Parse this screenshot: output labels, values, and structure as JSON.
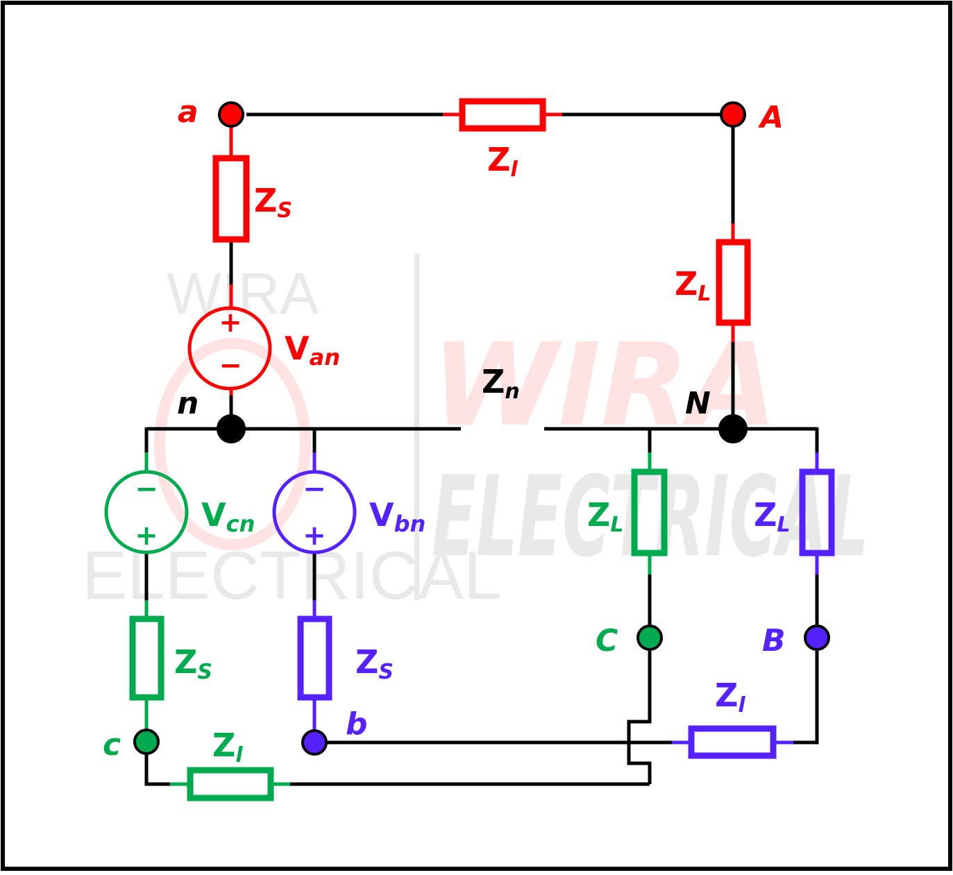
{
  "colors": {
    "phase_a": "#ff0000",
    "phase_b": "#5522ff",
    "phase_c": "#00aa4e",
    "neutral": "#000000",
    "watermark": "#e9e9e9",
    "watermark_accent": "#ffe3e3"
  },
  "watermark": {
    "brand_top": "WIRA",
    "brand_bottom": "ELECTRICAL"
  },
  "nodes": {
    "a": {
      "label": "a"
    },
    "A": {
      "label": "A"
    },
    "n": {
      "label": "n"
    },
    "N": {
      "label": "N"
    },
    "b": {
      "label": "b"
    },
    "B": {
      "label": "B"
    },
    "c": {
      "label": "c"
    },
    "C": {
      "label": "C"
    }
  },
  "sources": {
    "a": {
      "main": "V",
      "sub": "an",
      "top_sign": "+",
      "bottom_sign": "−"
    },
    "c": {
      "main": "V",
      "sub": "cn",
      "top_sign": "−",
      "bottom_sign": "+"
    },
    "b": {
      "main": "V",
      "sub": "bn",
      "top_sign": "−",
      "bottom_sign": "+"
    }
  },
  "impedances": {
    "line_a": {
      "main": "Z",
      "sub": "l"
    },
    "source_a": {
      "main": "Z",
      "sub": "S"
    },
    "load_a": {
      "main": "Z",
      "sub": "L"
    },
    "neutral": {
      "main": "Z",
      "sub": "n"
    },
    "load_c": {
      "main": "Z",
      "sub": "L"
    },
    "load_b": {
      "main": "Z",
      "sub": "L"
    },
    "source_c": {
      "main": "Z",
      "sub": "S"
    },
    "source_b": {
      "main": "Z",
      "sub": "S"
    },
    "line_c": {
      "main": "Z",
      "sub": "l"
    },
    "line_b": {
      "main": "Z",
      "sub": "l"
    }
  }
}
